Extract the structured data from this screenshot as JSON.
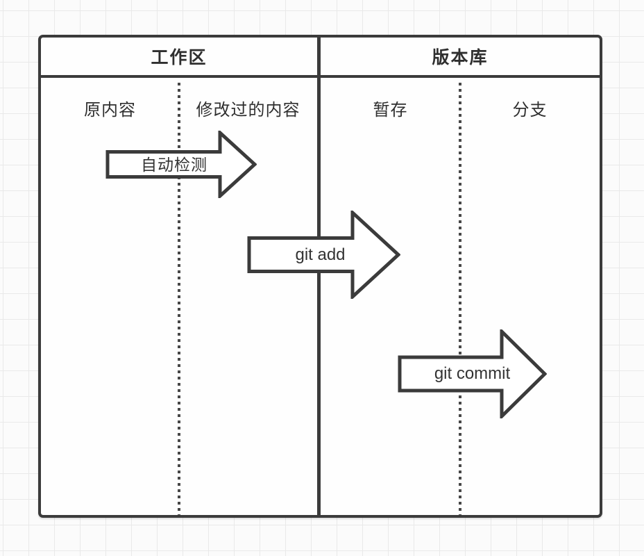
{
  "diagram": {
    "title": "git-workflow-diagram",
    "sections": [
      {
        "title": "工作区",
        "columns": [
          "原内容",
          "修改过的内容"
        ]
      },
      {
        "title": "版本库",
        "columns": [
          "暂存",
          "分支"
        ]
      }
    ],
    "arrows": [
      {
        "label": "自动检测",
        "from": "原内容",
        "to": "修改过的内容"
      },
      {
        "label": "git add",
        "from": "修改过的内容",
        "to": "暂存"
      },
      {
        "label": "git commit",
        "from": "暂存",
        "to": "分支"
      }
    ],
    "colors": {
      "line": "#3b3b3b",
      "panel_background": "#fefefe",
      "grid_line": "#e9e9e9",
      "page_background": "#fbfbfb",
      "text": "#2f2f2f"
    }
  }
}
